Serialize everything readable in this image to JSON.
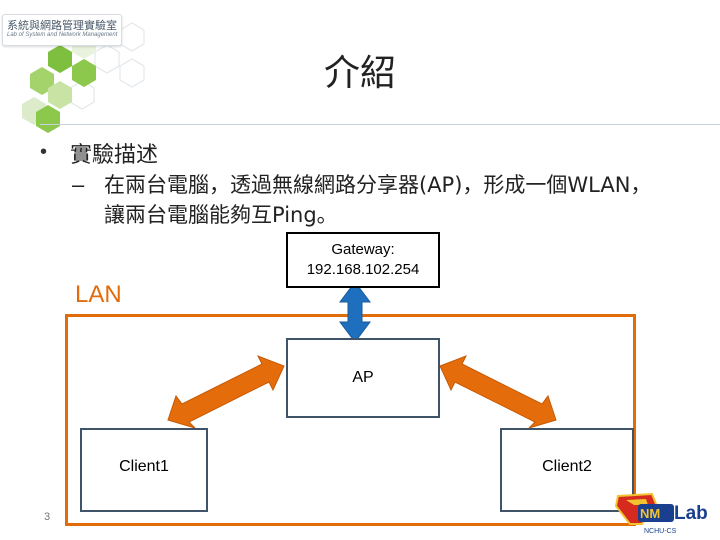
{
  "header": {
    "lab_name_cn": "系統與網路管理實驗室",
    "lab_name_en": "Lab of System and Network Management"
  },
  "slide": {
    "title": "介紹",
    "bullet": "實驗描述",
    "sub_bullet": "在兩台電腦，透過無線網路分享器(AP)，形成一個WLAN，讓兩台電腦能夠互Ping。",
    "page_number": "3"
  },
  "diagram": {
    "lan_label": "LAN",
    "gateway_label": "Gateway:",
    "gateway_ip": "192.168.102.254",
    "ap_label": "AP",
    "client1_label": "Client1",
    "client2_label": "Client2"
  },
  "colors": {
    "lan_orange": "#e36c0a",
    "arrow_orange": "#e46c0a",
    "arrow_blue": "#1f6fbf",
    "box_border": "#3f5468",
    "hex_green": "#7fbf3f"
  },
  "logo": {
    "text": "NMLab"
  }
}
